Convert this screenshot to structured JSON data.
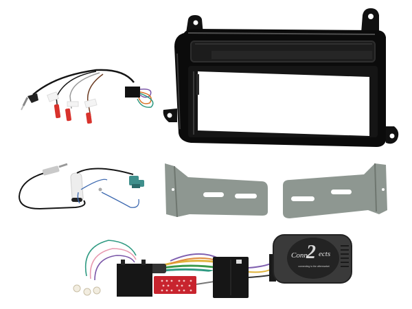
{
  "scene": {
    "description": "Car stereo fitting kit product photo on white background",
    "background": "#ffffff"
  },
  "components": {
    "fascia": {
      "name": "single DIN fascia panel",
      "color": "#0c0c0c",
      "finish": "gloss black"
    },
    "patch_lead": {
      "name": "steering control patch lead",
      "jack": "3.5mm right-angle jack",
      "bullet_color": "#d8322c",
      "labels": [
        "",
        "",
        ""
      ]
    },
    "antenna_adapter": {
      "name": "antenna adapter",
      "connector_color": "#3f8f8c"
    },
    "brackets": {
      "name": "mounting brackets",
      "color": "#8e9791",
      "count": 2
    },
    "harness": {
      "name": "ISO wiring harness",
      "mini_iso_color": "#c8242e"
    },
    "interface": {
      "name": "steering wheel control interface",
      "brand": "Connects2",
      "brand_left": "Conn",
      "brand_digit": "2",
      "brand_right": "ects",
      "tagline": "connecting to the aftermarket"
    }
  }
}
